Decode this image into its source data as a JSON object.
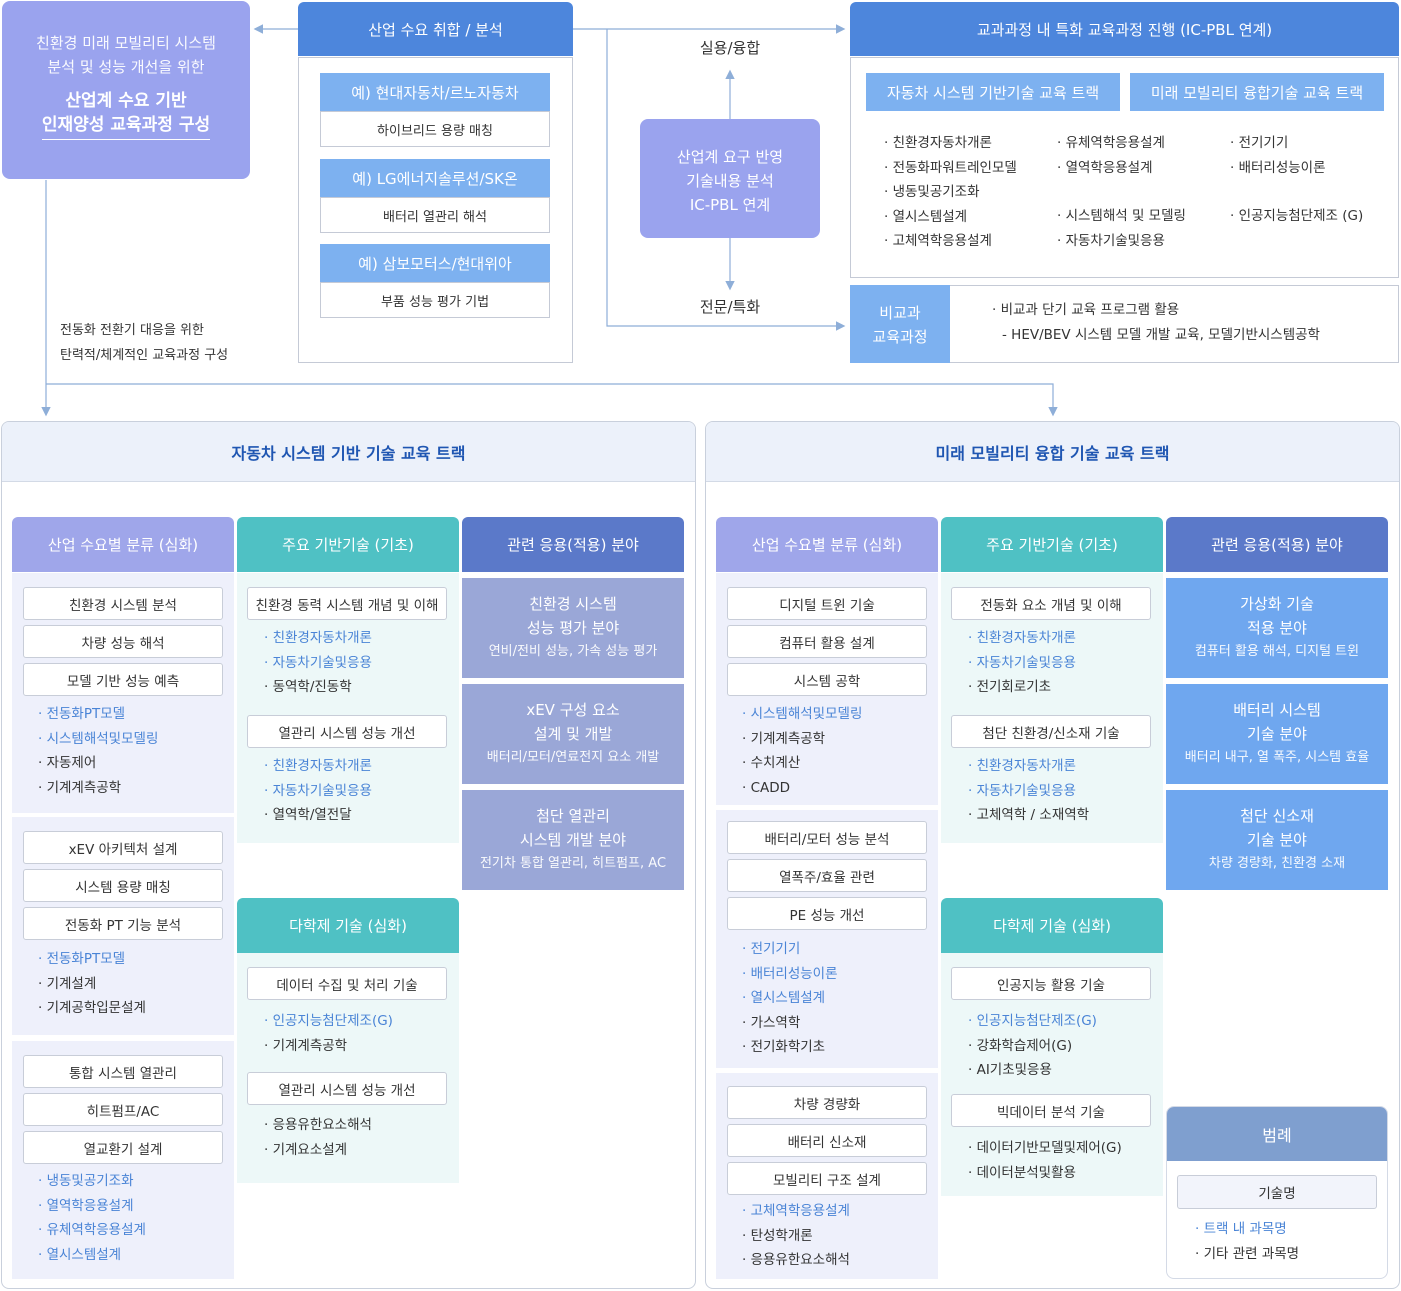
{
  "top": {
    "goal": {
      "line1": "친환경 미래 모빌리티 시스템",
      "line2": "분석 및 성능 개선을 위한",
      "bold1": "산업계 수요 기반",
      "bold2": "인재양성 교육과정 구성"
    },
    "industry": {
      "title": "산업 수요 취합 / 분석",
      "examples": [
        {
          "head": "예) 현대자동차/르노자동차",
          "body": "하이브리드 용량 매칭"
        },
        {
          "head": "예) LG에너지솔루션/SK온",
          "body": "배터리 열관리 해석"
        },
        {
          "head": "예) 삼보모터스/현대위아",
          "body": "부품 성능 평가 기법"
        }
      ]
    },
    "center": {
      "practical": "실용/융합",
      "line1": "산업계 요구 반영",
      "line2": "기술내용 분석",
      "line3": "IC-PBL 연계",
      "expert": "전문/특화"
    },
    "curriculum": {
      "title": "교과과정 내 특화 교육과정 진행 (IC-PBL 연계)",
      "track1": "자동차 시스템 기반기술 교육 트랙",
      "track2": "미래 모빌리티 융합기술 교육 트랙",
      "col1": [
        "친환경자동차개론",
        "전동화파워트레인모델",
        "냉동및공기조화",
        "열시스템설계",
        "고체역학응용설계"
      ],
      "col2a": [
        "유체역학응용설계",
        "열역학응용설계"
      ],
      "col2b": [
        "시스템해석 및 모델링",
        "자동차기술및응용"
      ],
      "col3a": [
        "전기기기",
        "배터리성능이론"
      ],
      "col3b": [
        "인공지능첨단제조 (G)"
      ]
    },
    "noncurr": {
      "label1": "비교과",
      "label2": "교육과정",
      "line1": "· 비교과 단기 교육 프로그램 활용",
      "line2": "- HEV/BEV 시스템 모델 개발 교육, 모델기반시스템공학"
    },
    "note1": "전동화 전환기 대응을 위한",
    "note2": "탄력적/체계적인 교육과정 구성"
  },
  "left_track": {
    "title": "자동차 시스템 기반 기술 교육 트랙",
    "heads": [
      "산업 수요별 분류 (심화)",
      "주요 기반기술 (기초)",
      "관련 응용(적용) 분야"
    ],
    "demand": [
      {
        "items": [
          "친환경 시스템 분석",
          "차량 성능 해석",
          "모델 기반 성능 예측"
        ],
        "subs": [
          {
            "t": "· 전동화PT모델",
            "c": "b"
          },
          {
            "t": "· 시스템해석및모델링",
            "c": "b"
          },
          {
            "t": "· 자동제어",
            "c": "k"
          },
          {
            "t": "· 기계계측공학",
            "c": "k"
          }
        ]
      },
      {
        "items": [
          "xEV 아키텍처 설계",
          "시스템 용량 매칭",
          "전동화 PT 기능 분석"
        ],
        "subs": [
          {
            "t": "· 전동화PT모델",
            "c": "b"
          },
          {
            "t": "· 기계설계",
            "c": "k"
          },
          {
            "t": "· 기계공학입문설계",
            "c": "k"
          }
        ]
      },
      {
        "items": [
          "통합 시스템 열관리",
          "히트펌프/AC",
          "열교환기 설계"
        ],
        "subs": [
          {
            "t": "· 냉동및공기조화",
            "c": "b"
          },
          {
            "t": "· 열역학응용설계",
            "c": "b"
          },
          {
            "t": "· 유체역학응용설계",
            "c": "b"
          },
          {
            "t": "· 열시스템설계",
            "c": "b"
          }
        ]
      }
    ],
    "basic": [
      {
        "item": "친환경 동력 시스템 개념 및 이해",
        "subs": [
          {
            "t": "· 친환경자동차개론",
            "c": "b"
          },
          {
            "t": "· 자동차기술및응용",
            "c": "b"
          },
          {
            "t": "· 동역학/진동학",
            "c": "k"
          }
        ]
      },
      {
        "item": "열관리 시스템 성능 개선",
        "subs": [
          {
            "t": "· 친환경자동차개론",
            "c": "b"
          },
          {
            "t": "· 자동차기술및응용",
            "c": "b"
          },
          {
            "t": "· 열역학/열전달",
            "c": "k"
          }
        ]
      }
    ],
    "multi_head": "다학제 기술 (심화)",
    "multi": [
      {
        "item": "데이터 수집 및 처리 기술",
        "subs": [
          {
            "t": "· 인공지능첨단제조(G)",
            "c": "b"
          },
          {
            "t": "· 기계계측공학",
            "c": "k"
          }
        ]
      },
      {
        "item": "열관리 시스템 성능 개선",
        "subs": [
          {
            "t": "· 응용유한요소해석",
            "c": "k"
          },
          {
            "t": "· 기계요소설계",
            "c": "k"
          }
        ]
      }
    ],
    "apps": [
      {
        "t1": "친환경 시스템",
        "t2": "성능 평가 분야",
        "s": "연비/전비 성능, 가속 성능 평가"
      },
      {
        "t1": "xEV 구성 요소",
        "t2": "설계 및 개발",
        "s": "배터리/모터/연료전지 요소 개발"
      },
      {
        "t1": "첨단 열관리",
        "t2": "시스템 개발 분야",
        "s": "전기차 통합 열관리, 히트펌프, AC"
      }
    ]
  },
  "right_track": {
    "title": "미래 모빌리티 융합 기술 교육 트랙",
    "heads": [
      "산업 수요별 분류 (심화)",
      "주요 기반기술 (기초)",
      "관련 응용(적용) 분야"
    ],
    "demand": [
      {
        "items": [
          "디지털 트윈 기술",
          "컴퓨터 활용 설계",
          "시스템 공학"
        ],
        "subs": [
          {
            "t": "· 시스템해석및모델링",
            "c": "b"
          },
          {
            "t": "· 기계계측공학",
            "c": "k"
          },
          {
            "t": "· 수치계산",
            "c": "k"
          },
          {
            "t": "· CADD",
            "c": "k"
          }
        ]
      },
      {
        "items": [
          "배터리/모터 성능 분석",
          "열폭주/효율 관련",
          "PE 성능 개선"
        ],
        "subs": [
          {
            "t": "· 전기기기",
            "c": "b"
          },
          {
            "t": "· 배터리성능이론",
            "c": "b"
          },
          {
            "t": "· 열시스템설계",
            "c": "b"
          },
          {
            "t": "· 가스역학",
            "c": "k"
          },
          {
            "t": "· 전기화학기초",
            "c": "k"
          }
        ]
      },
      {
        "items": [
          "차량 경량화",
          "배터리 신소재",
          "모빌리티 구조 설계"
        ],
        "subs": [
          {
            "t": "· 고체역학응용설계",
            "c": "b"
          },
          {
            "t": "· 탄성학개론",
            "c": "k"
          },
          {
            "t": "· 응용유한요소해석",
            "c": "k"
          }
        ]
      }
    ],
    "basic": [
      {
        "item": "전동화 요소 개념 및 이해",
        "subs": [
          {
            "t": "· 친환경자동차개론",
            "c": "b"
          },
          {
            "t": "· 자동차기술및응용",
            "c": "b"
          },
          {
            "t": "· 전기회로기초",
            "c": "k"
          }
        ]
      },
      {
        "item": "첨단 친환경/신소재 기술",
        "subs": [
          {
            "t": "· 친환경자동차개론",
            "c": "b"
          },
          {
            "t": "· 자동차기술및응용",
            "c": "b"
          },
          {
            "t": "· 고체역학 / 소재역학",
            "c": "k"
          }
        ]
      }
    ],
    "multi_head": "다학제 기술 (심화)",
    "multi": [
      {
        "item": "인공지능 활용 기술",
        "subs": [
          {
            "t": "· 인공지능첨단제조(G)",
            "c": "b"
          },
          {
            "t": "· 강화학습제어(G)",
            "c": "k"
          },
          {
            "t": "· AI기초및응용",
            "c": "k"
          }
        ]
      },
      {
        "item": "빅데이터 분석 기술",
        "subs": [
          {
            "t": "· 데이터기반모델및제어(G)",
            "c": "k"
          },
          {
            "t": "· 데이터분석및활용",
            "c": "k"
          }
        ]
      }
    ],
    "apps": [
      {
        "t1": "가상화 기술",
        "t2": "적용 분야",
        "s": "컴퓨터 활용 해석, 디지털 트윈"
      },
      {
        "t1": "배터리 시스템",
        "t2": "기술 분야",
        "s": "배터리 내구, 열 폭주, 시스템 효율"
      },
      {
        "t1": "첨단 신소재",
        "t2": "기술 분야",
        "s": "차량 경량화, 친환경 소재"
      }
    ]
  },
  "legend": {
    "title": "범례",
    "tech": "기술명",
    "track_course": "· 트랙 내 과목명",
    "other_course": "· 기타 관련 과목명"
  },
  "colors": {
    "primary_blue": "#4d86dc",
    "light_blue": "#7db1f0",
    "purple": "#9aa3ee",
    "teal": "#4fc1c4",
    "navy": "#5b79c9",
    "course_blue": "#4a84d6"
  }
}
